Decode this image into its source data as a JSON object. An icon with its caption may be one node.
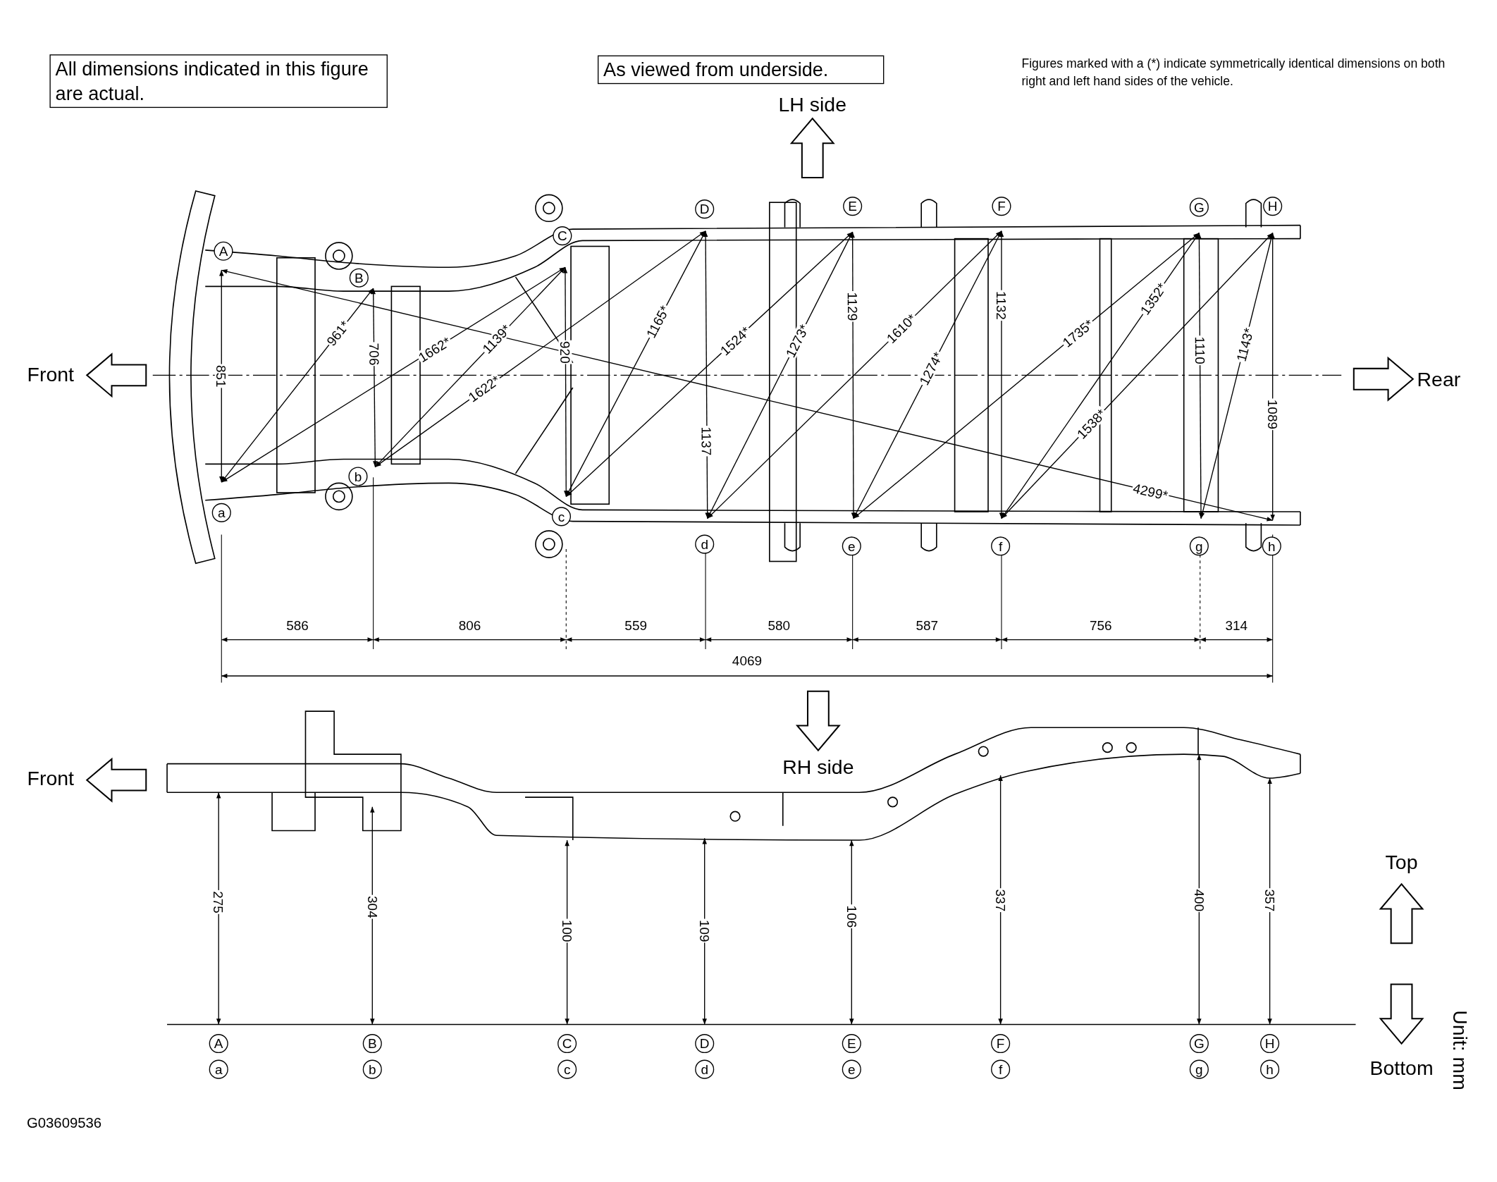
{
  "diagram": {
    "nodes": [
      {
        "text": [
          "All dimensions indicated in this figure are actual."
        ]
      },
      {
        "text": [
          "As viewed from underside."
        ]
      }
    ],
    "labels": [
      "Figures marked with a (*) indicate symmetrically identical dimensions on both right and left hand sides of the vehicle.",
      "LH side",
      "A",
      "B",
      "C",
      "D",
      "E",
      "F",
      "G",
      "H",
      "Front",
      "Rear",
      "851",
      "961*",
      "706",
      "1662*",
      "1139*",
      "1622*",
      "920",
      "1165*",
      "1524*",
      "1273*",
      "1129",
      "1137",
      "1610*",
      "1274*",
      "1132",
      "1735*",
      "1352*",
      "1538*",
      "1110",
      "1143*",
      "1089",
      "4299*",
      "a",
      "b",
      "c",
      "d",
      "e",
      "f",
      "g",
      "h",
      "586",
      "806",
      "559",
      "580",
      "587",
      "756",
      "314",
      "4069",
      "RH side",
      "Front",
      "275",
      "304",
      "100",
      "109",
      "106",
      "337",
      "400",
      "357",
      "Top",
      "Unit: mm",
      "A",
      "a",
      "B",
      "b",
      "C",
      "c",
      "D",
      "d",
      "E",
      "e",
      "F",
      "f",
      "G",
      "g",
      "H",
      "h",
      "Bottom",
      "G03609536"
    ]
  }
}
